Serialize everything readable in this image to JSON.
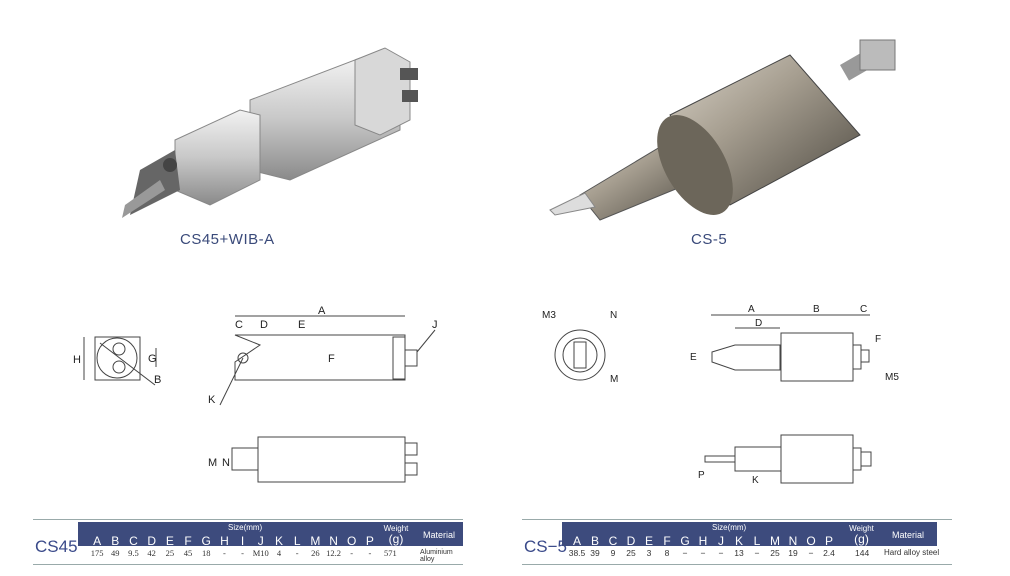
{
  "products": [
    {
      "caption": "CS45+WIB-A"
    },
    {
      "caption": "CS-5"
    }
  ],
  "drawings": {
    "cs45": {
      "labels": [
        "A",
        "C",
        "D",
        "E",
        "F",
        "J",
        "K",
        "H",
        "G",
        "B",
        "M",
        "N"
      ]
    },
    "cs5": {
      "labels": [
        "M3",
        "N",
        "M",
        "A",
        "B",
        "C",
        "D",
        "E",
        "F",
        "M5",
        "P",
        "K"
      ]
    }
  },
  "tables": [
    {
      "model": "CS45",
      "size_label": "Size(mm)",
      "weight_label": "Weight",
      "weight_unit": "(g)",
      "material_label": "Material",
      "columns": [
        "A",
        "B",
        "C",
        "D",
        "E",
        "F",
        "G",
        "H",
        "I",
        "J",
        "K",
        "L",
        "M",
        "N",
        "O",
        "P"
      ],
      "values": [
        "175",
        "49",
        "9.5",
        "42",
        "25",
        "45",
        "18",
        "-",
        "-",
        "M10",
        "4",
        "-",
        "26",
        "12.2",
        "-",
        "-"
      ],
      "weight": "571",
      "material": "Aluminium alloy"
    },
    {
      "model": "CS−5",
      "size_label": "Size(mm)",
      "weight_label": "Weight",
      "weight_unit": "(g)",
      "material_label": "Material",
      "columns": [
        "A",
        "B",
        "C",
        "D",
        "E",
        "F",
        "G",
        "H",
        "J",
        "K",
        "L",
        "M",
        "N",
        "O",
        "P"
      ],
      "values": [
        "38.5",
        "39",
        "9",
        "25",
        "3",
        "8",
        "−",
        "−",
        "−",
        "13",
        "−",
        "25",
        "19",
        "−",
        "2.4"
      ],
      "weight": "144",
      "material": "Hard alloy steel"
    }
  ],
  "colors": {
    "header_bar": "#3d4b7d",
    "model_text": "#3a4a8a"
  }
}
